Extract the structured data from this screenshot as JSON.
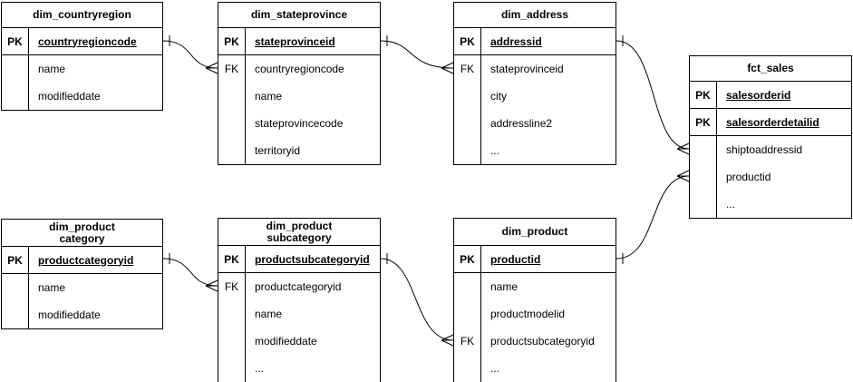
{
  "diagram": {
    "type": "entity-relationship-diagram",
    "notation": "crow-foot",
    "background_color": "#ffffff",
    "line_color": "#000000",
    "text_color": "#000000"
  },
  "tables": [
    {
      "id": "dim_countryregion",
      "title": "dim_countryregion",
      "key_rows": [
        {
          "tag": "PK",
          "field": "countryregioncode"
        }
      ],
      "body_rows": [
        {
          "tag": "",
          "field": "name"
        },
        {
          "tag": "",
          "field": "modifieddate"
        }
      ]
    },
    {
      "id": "dim_stateprovince",
      "title": "dim_stateprovince",
      "key_rows": [
        {
          "tag": "PK",
          "field": "stateprovinceid"
        }
      ],
      "body_rows": [
        {
          "tag": "FK",
          "field": "countryregioncode"
        },
        {
          "tag": "",
          "field": "name"
        },
        {
          "tag": "",
          "field": "stateprovincecode"
        },
        {
          "tag": "",
          "field": "territoryid"
        }
      ]
    },
    {
      "id": "dim_address",
      "title": "dim_address",
      "key_rows": [
        {
          "tag": "PK",
          "field": "addressid"
        }
      ],
      "body_rows": [
        {
          "tag": "FK",
          "field": "stateprovinceid"
        },
        {
          "tag": "",
          "field": "city"
        },
        {
          "tag": "",
          "field": "addressline2"
        },
        {
          "tag": "",
          "field": "..."
        }
      ]
    },
    {
      "id": "fct_sales",
      "title": "fct_sales",
      "key_rows": [
        {
          "tag": "PK",
          "field": "salesorderid"
        },
        {
          "tag": "PK",
          "field": "salesorderdetailid"
        }
      ],
      "body_rows": [
        {
          "tag": "",
          "field": "shiptoaddressid"
        },
        {
          "tag": "",
          "field": "productid"
        },
        {
          "tag": "",
          "field": "..."
        }
      ]
    },
    {
      "id": "dim_productcategory",
      "title": "dim_product\ncategory",
      "key_rows": [
        {
          "tag": "PK",
          "field": "productcategoryid"
        }
      ],
      "body_rows": [
        {
          "tag": "",
          "field": "name"
        },
        {
          "tag": "",
          "field": "modifieddate"
        }
      ]
    },
    {
      "id": "dim_productsubcategory",
      "title": "dim_product\nsubcategory",
      "key_rows": [
        {
          "tag": "PK",
          "field": "productsubcategoryid"
        }
      ],
      "body_rows": [
        {
          "tag": "FK",
          "field": "productcategoryid"
        },
        {
          "tag": "",
          "field": "name"
        },
        {
          "tag": "",
          "field": "modifieddate"
        },
        {
          "tag": "",
          "field": "..."
        }
      ]
    },
    {
      "id": "dim_product",
      "title": "dim_product",
      "key_rows": [
        {
          "tag": "PK",
          "field": "productid"
        }
      ],
      "body_rows": [
        {
          "tag": "",
          "field": "name"
        },
        {
          "tag": "",
          "field": "productmodelid"
        },
        {
          "tag": "FK",
          "field": "productsubcategoryid"
        },
        {
          "tag": "",
          "field": "..."
        }
      ]
    }
  ],
  "relationships": [
    {
      "from": "dim_countryregion.countryregioncode",
      "to": "dim_stateprovince.countryregioncode",
      "cardinality": "one-to-many"
    },
    {
      "from": "dim_stateprovince.stateprovinceid",
      "to": "dim_address.stateprovinceid",
      "cardinality": "one-to-many"
    },
    {
      "from": "dim_address.addressid",
      "to": "fct_sales.shiptoaddressid",
      "cardinality": "one-to-many"
    },
    {
      "from": "dim_product.productid",
      "to": "fct_sales.productid",
      "cardinality": "one-to-many"
    },
    {
      "from": "dim_productcategory.productcategoryid",
      "to": "dim_productsubcategory.productcategoryid",
      "cardinality": "one-to-many"
    },
    {
      "from": "dim_productsubcategory.productsubcategoryid",
      "to": "dim_product.productsubcategoryid",
      "cardinality": "one-to-many"
    }
  ]
}
